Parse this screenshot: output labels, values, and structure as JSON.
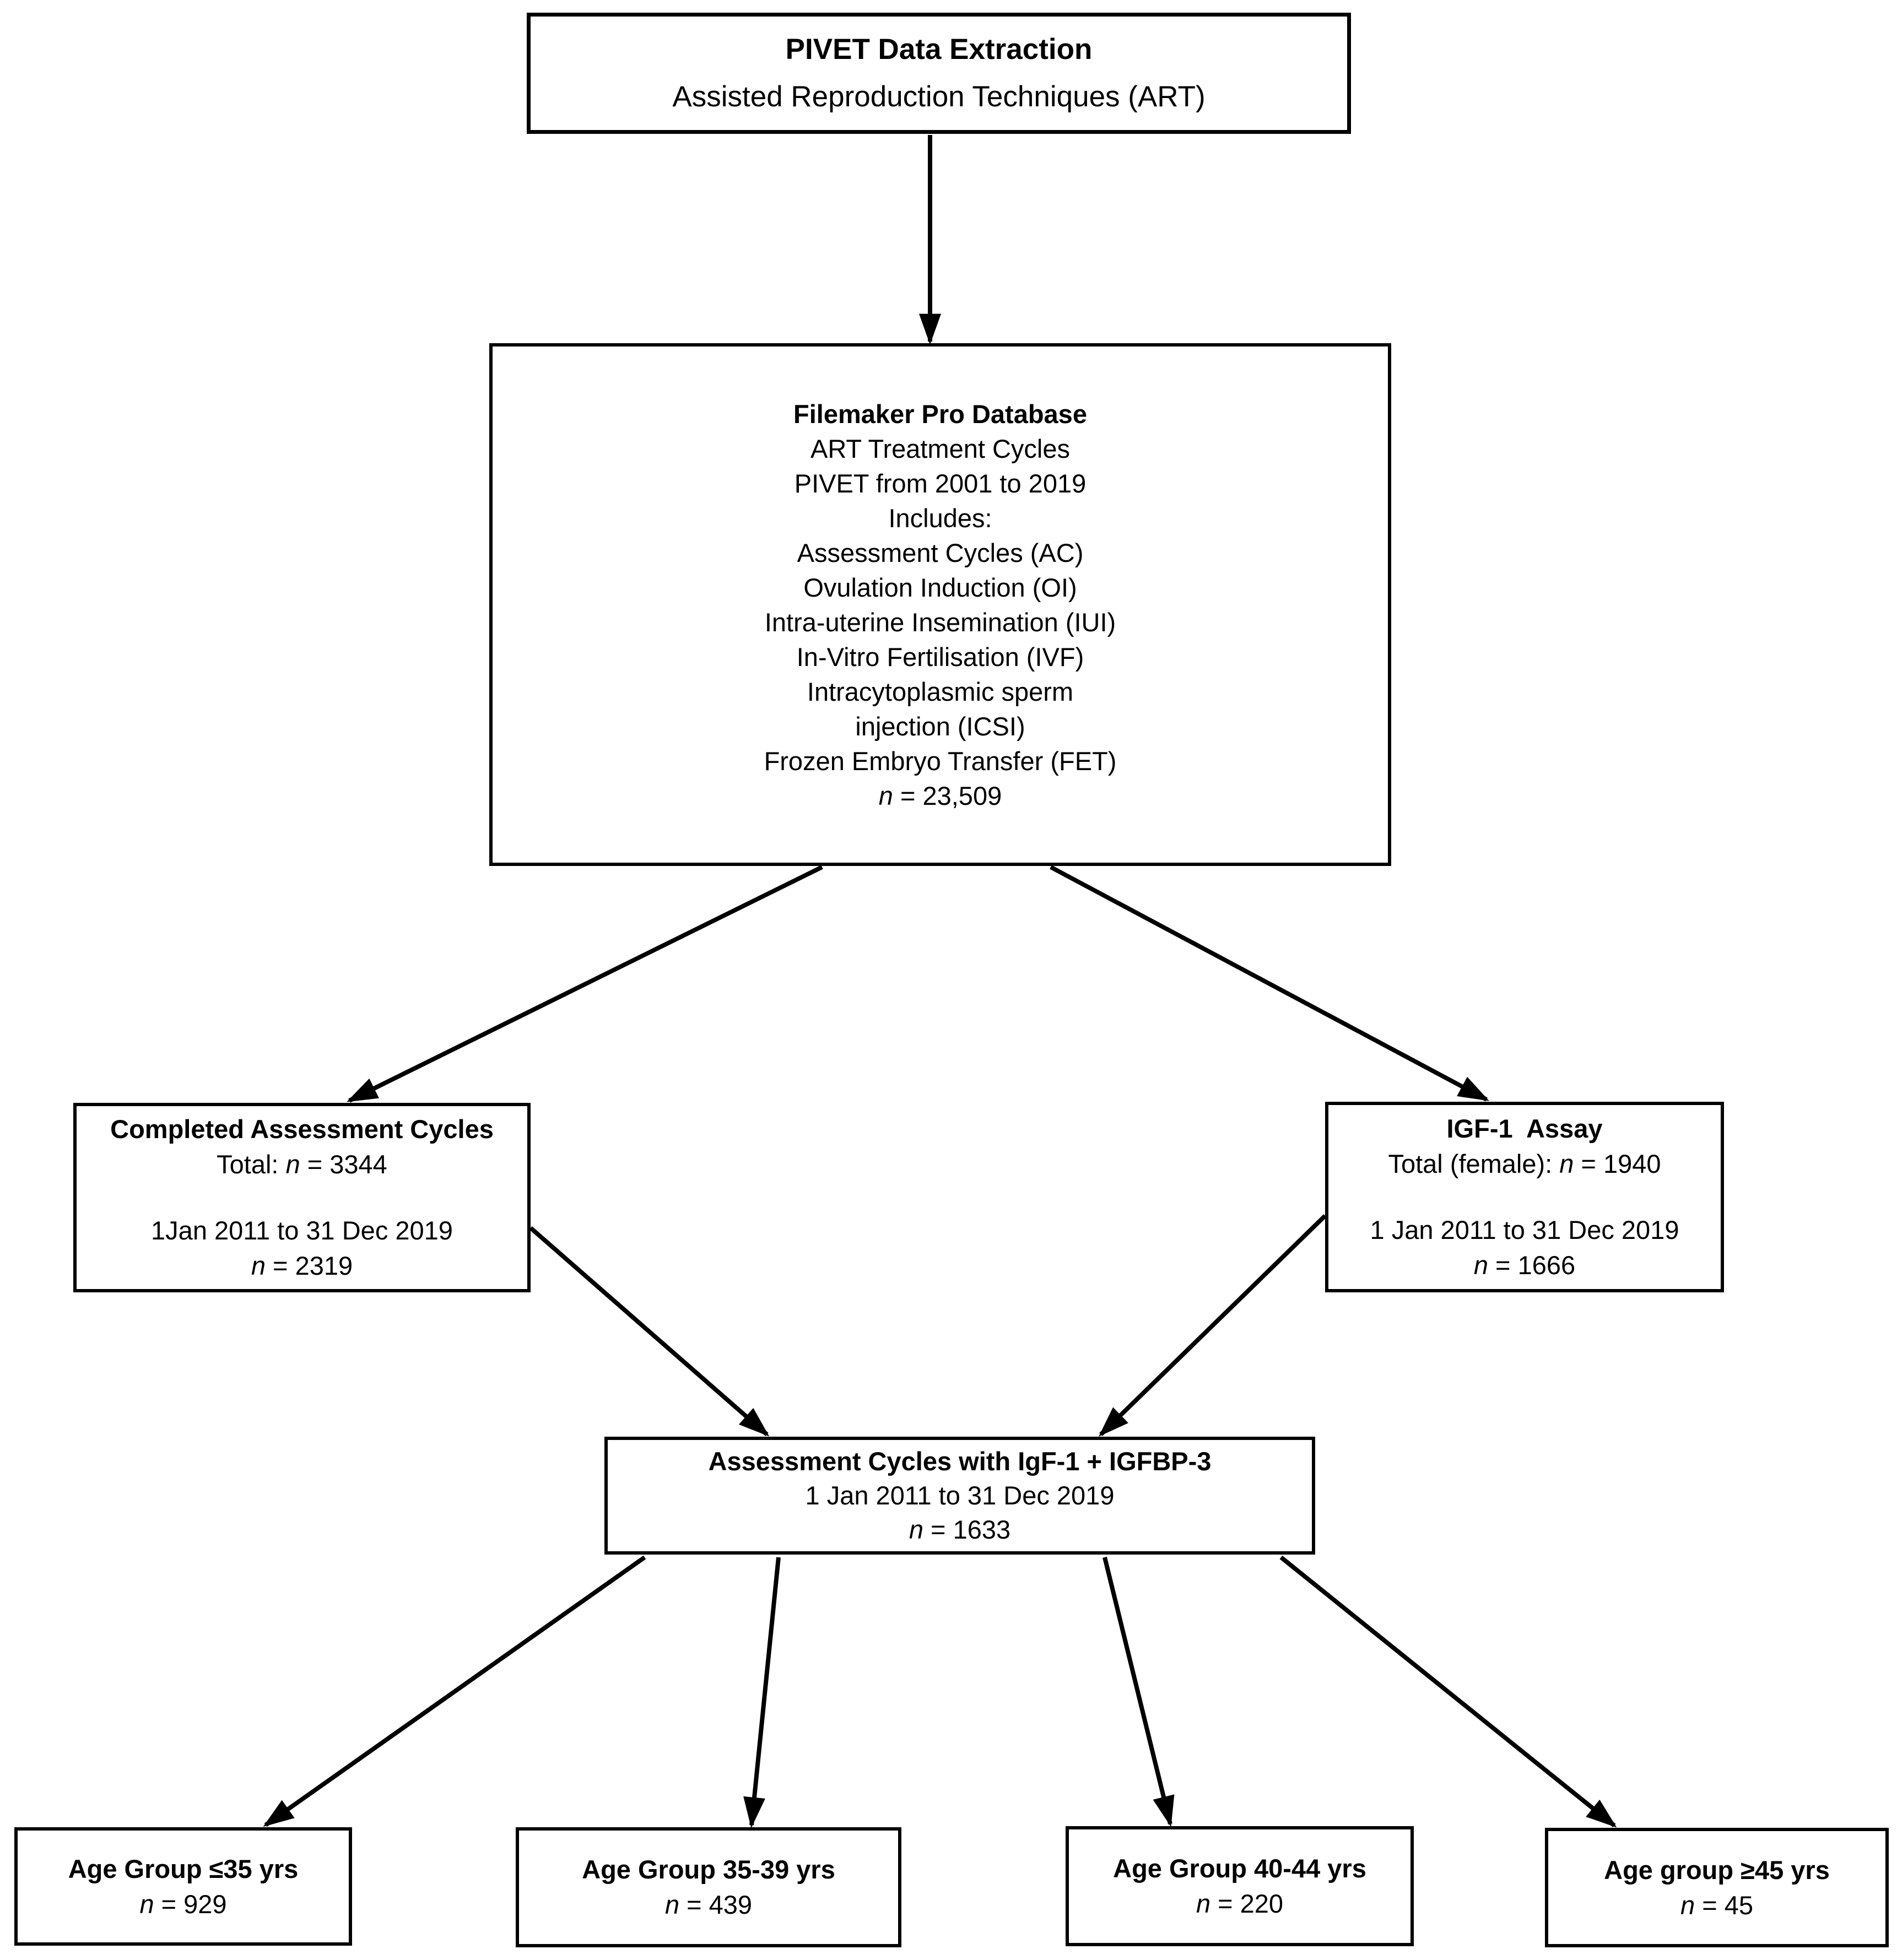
{
  "boxes": {
    "top": {
      "title": "PIVET Data Extraction",
      "subtitle": "Assisted Reproduction Techniques (ART)"
    },
    "database": {
      "title": "Filemaker Pro Database",
      "lines": [
        "ART Treatment Cycles",
        "PIVET from 2001 to 2019",
        "Includes:",
        "Assessment Cycles (AC)",
        "Ovulation Induction (OI)",
        "Intra-uterine Insemination (IUI)",
        "In-Vitro Fertilisation (IVF)",
        "Intracytoplasmic sperm",
        "injection (ICSI)",
        "Frozen Embryo Transfer (FET)"
      ],
      "n_var": "n",
      "n_value": " = 23,509"
    },
    "completed": {
      "title": "Completed Assessment Cycles",
      "total_label": "Total: ",
      "total_var": "n",
      "total_value": " = 3344",
      "date_range": "1Jan 2011 to 31 Dec 2019",
      "n_var": "n",
      "n_value": " = 2319"
    },
    "igf": {
      "title": "IGF-1  Assay",
      "total_label": "Total (female): ",
      "total_var": "n",
      "total_value": " = 1940",
      "date_range": "1 Jan 2011 to 31 Dec 2019",
      "n_var": "n",
      "n_value": " = 1666"
    },
    "assessment_igf": {
      "title": "Assessment Cycles with IgF-1 + IGFBP-3",
      "date_range": "1 Jan 2011 to 31 Dec 2019",
      "n_var": "n",
      "n_value": " = 1633"
    },
    "age_groups": [
      {
        "title": "Age Group ≤35 yrs",
        "n_var": "n",
        "n_value": " = 929"
      },
      {
        "title": "Age Group 35-39 yrs",
        "n_var": "n",
        "n_value": " = 439"
      },
      {
        "title": "Age Group 40-44 yrs",
        "n_var": "n",
        "n_value": " = 220"
      },
      {
        "title": "Age group ≥45 yrs",
        "n_var": "n",
        "n_value": " = 45"
      }
    ]
  }
}
